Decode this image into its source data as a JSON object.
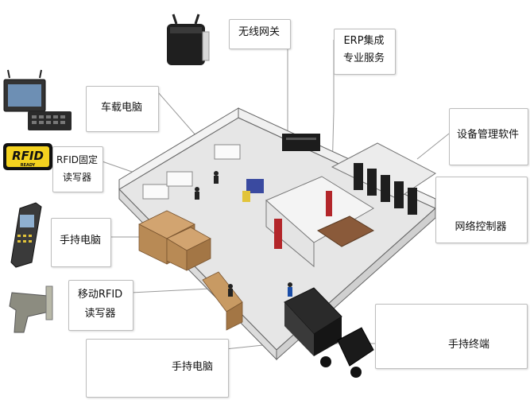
{
  "labels": {
    "wireless_gateway": "无线网关",
    "erp_line1": "ERP集成",
    "erp_line2": "专业服务",
    "vehicle_pc": "车载电脑",
    "rfid_fixed_line1": "RFID固定",
    "rfid_fixed_line2": "读写器",
    "device_mgmt": "设备管理软件",
    "network_ctrl": "网络控制器",
    "handheld_pc_1": "手持电脑",
    "mobile_rfid_line1": "移动RFID",
    "mobile_rfid_line2": "读写器",
    "handheld_terminal": "手持终端",
    "handheld_pc_2": "手持电脑",
    "rfid_logo_main": "RFID",
    "rfid_logo_sub": "READY"
  },
  "colors": {
    "box_border": "#bdbdbd",
    "line": "#9a9a9a",
    "rfid_yellow": "#f4d21f",
    "floor": "#e8e8e8",
    "wall": "#f2f2f2",
    "box_brown": "#b88a55",
    "door_red": "#b3262a"
  },
  "icons": [
    "router-icon",
    "vehicle-computer-icon",
    "rfid-badge-icon",
    "handheld-scanner-icon",
    "rfid-gun-icon",
    "tablet-pc-icon",
    "server-icon",
    "handheld-terminal-icon",
    "truck-icon",
    "warehouse-icon"
  ]
}
